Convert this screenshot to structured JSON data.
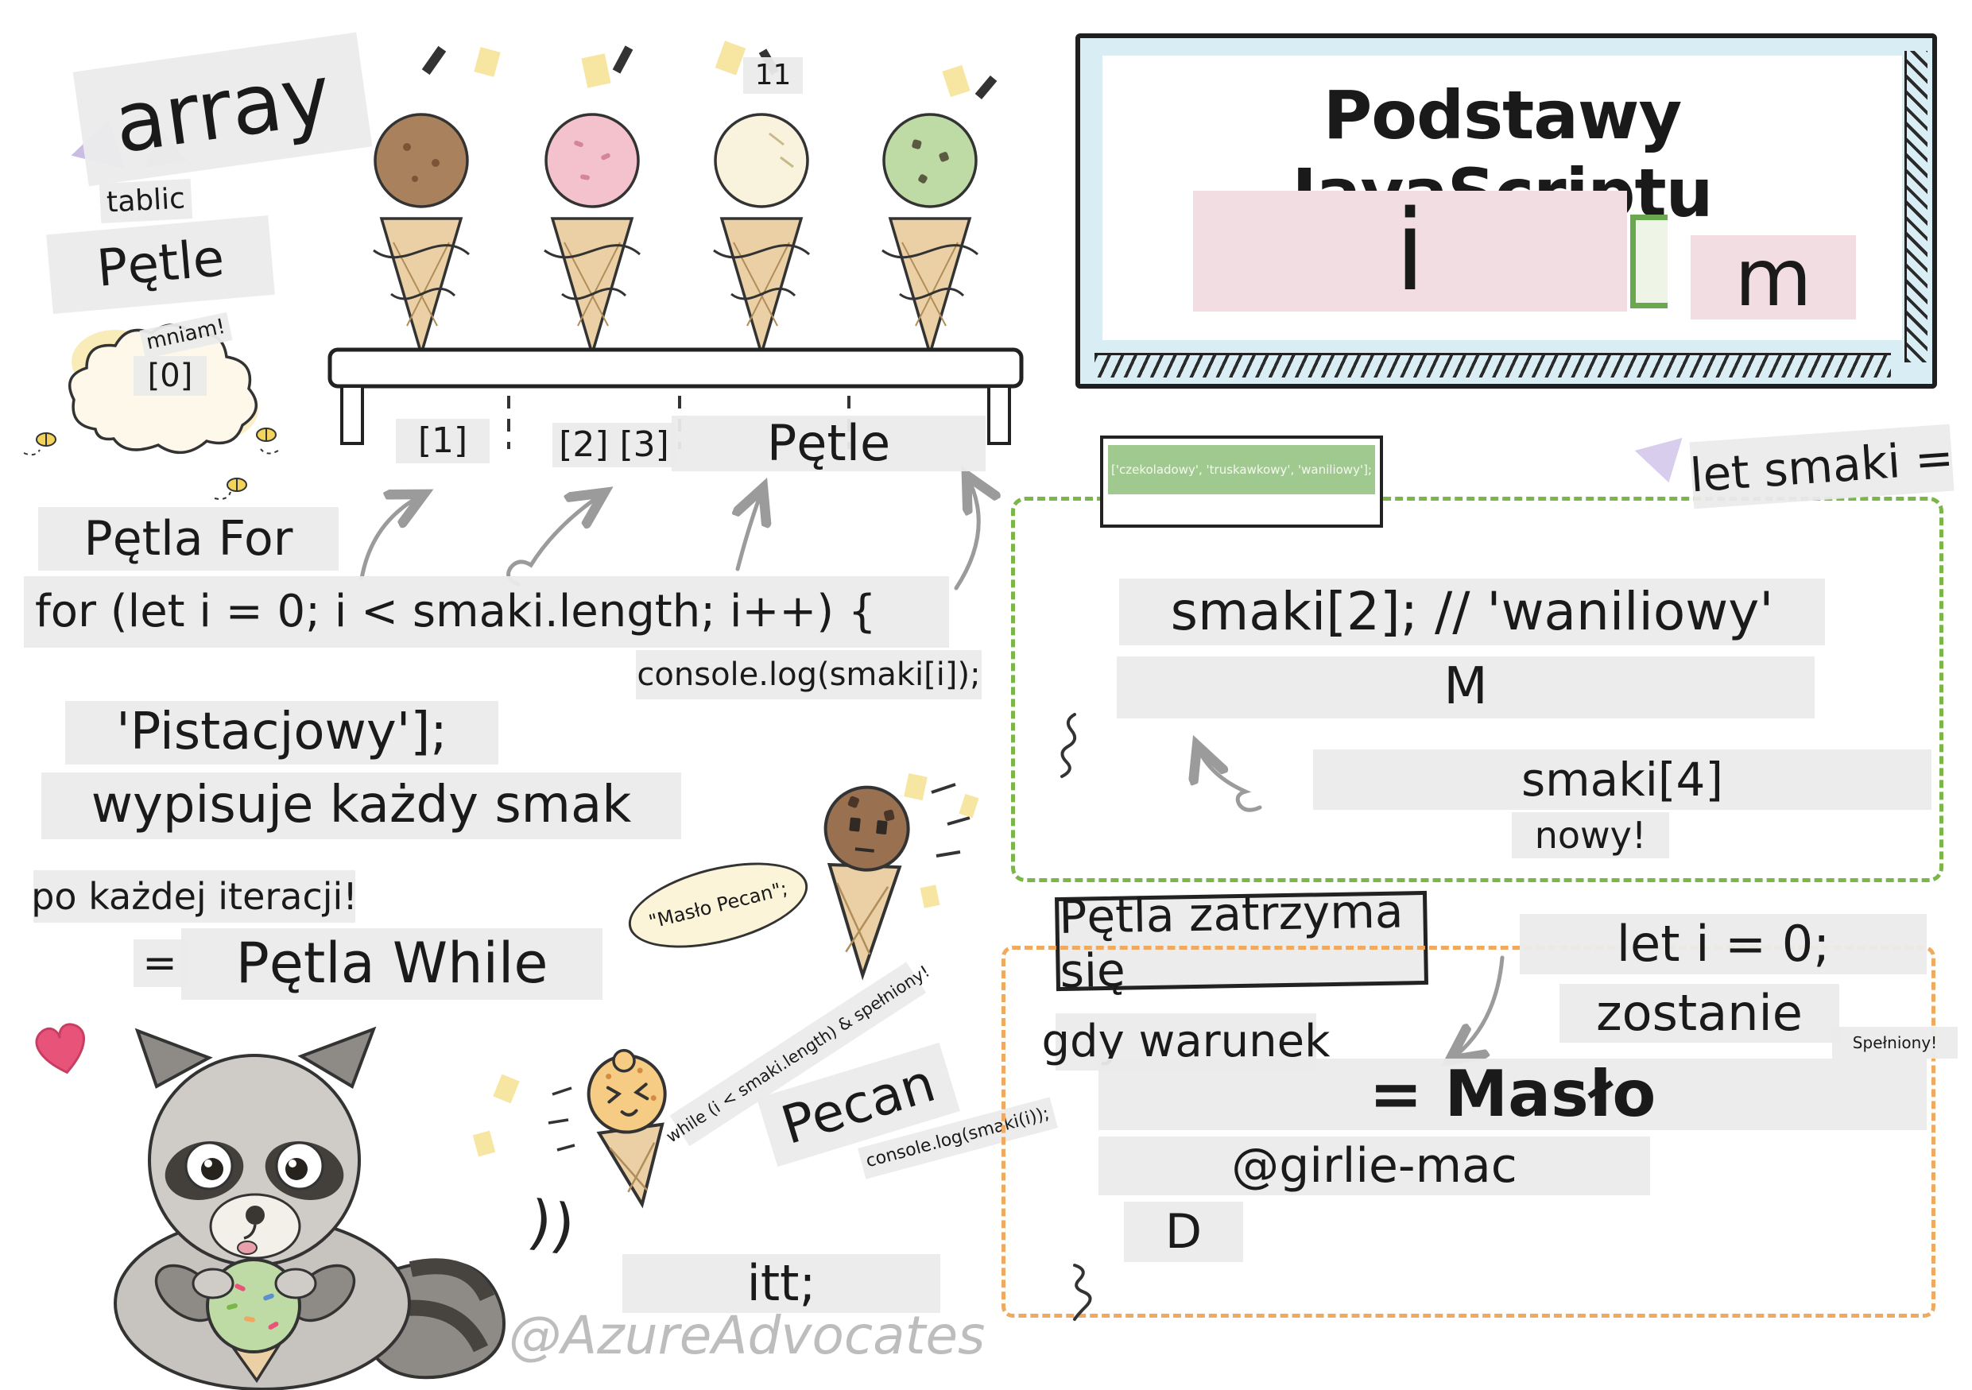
{
  "colors": {
    "label_bg": "#ededed",
    "board_blue": "#d9edf4",
    "green_dash": "#7ab648",
    "orange_dash": "#f0aa60",
    "snippet_green": "#9fc98f",
    "arrow_gray": "#9b9b9b",
    "heart_pink": "#e8537a"
  },
  "top_left": {
    "array": "array",
    "tablic": "tablic",
    "petle": "Pętle",
    "mniam": "mniam!",
    "index0": "[0]",
    "count": "11",
    "index1": "[1]",
    "index23": "[2] [3]",
    "petle_mid": "Pętle"
  },
  "for_loop": {
    "title": "Pętla For",
    "code": "for (let i = 0; i < smaki.length; i++) {",
    "console": "console.log(smaki[i]);",
    "pistacjowy": "'Pistacjowy'];",
    "wypisuje": "wypisuje każdy smak",
    "po_kazdej": "po każdej iteracji!",
    "equals": "="
  },
  "while_loop": {
    "title": "Pętla While",
    "speech": "\"Masło Pecan\";",
    "condition": "while (i < smaki.length) & spełniony!",
    "pecan": "Pecan",
    "console_small": "console.log(smaki(i));",
    "itt": "itt;",
    "paren_doodle": "))"
  },
  "watermark": "@AzureAdvocates",
  "board": {
    "title": "Podstawy JavaScriptu",
    "letter_i": "i",
    "letter_m": "m"
  },
  "array_section": {
    "snippet": "['czekoladowy', 'truskawkowy', 'waniliowy'];",
    "let_smaki": "let smaki =",
    "smaki2": "smaki[2]; // 'waniliowy'",
    "letter_m": "M",
    "smaki4": "smaki[4]",
    "nowy": "nowy!"
  },
  "stop_section": {
    "title": "Pętla zatrzyma się",
    "gdy": "gdy warunek",
    "let_i": "let i = 0;",
    "zostanie": "zostanie",
    "spelniony": "Spełniony!",
    "maslo": "= Masło",
    "credit": "@girlie-mac",
    "letter_d": "D"
  }
}
